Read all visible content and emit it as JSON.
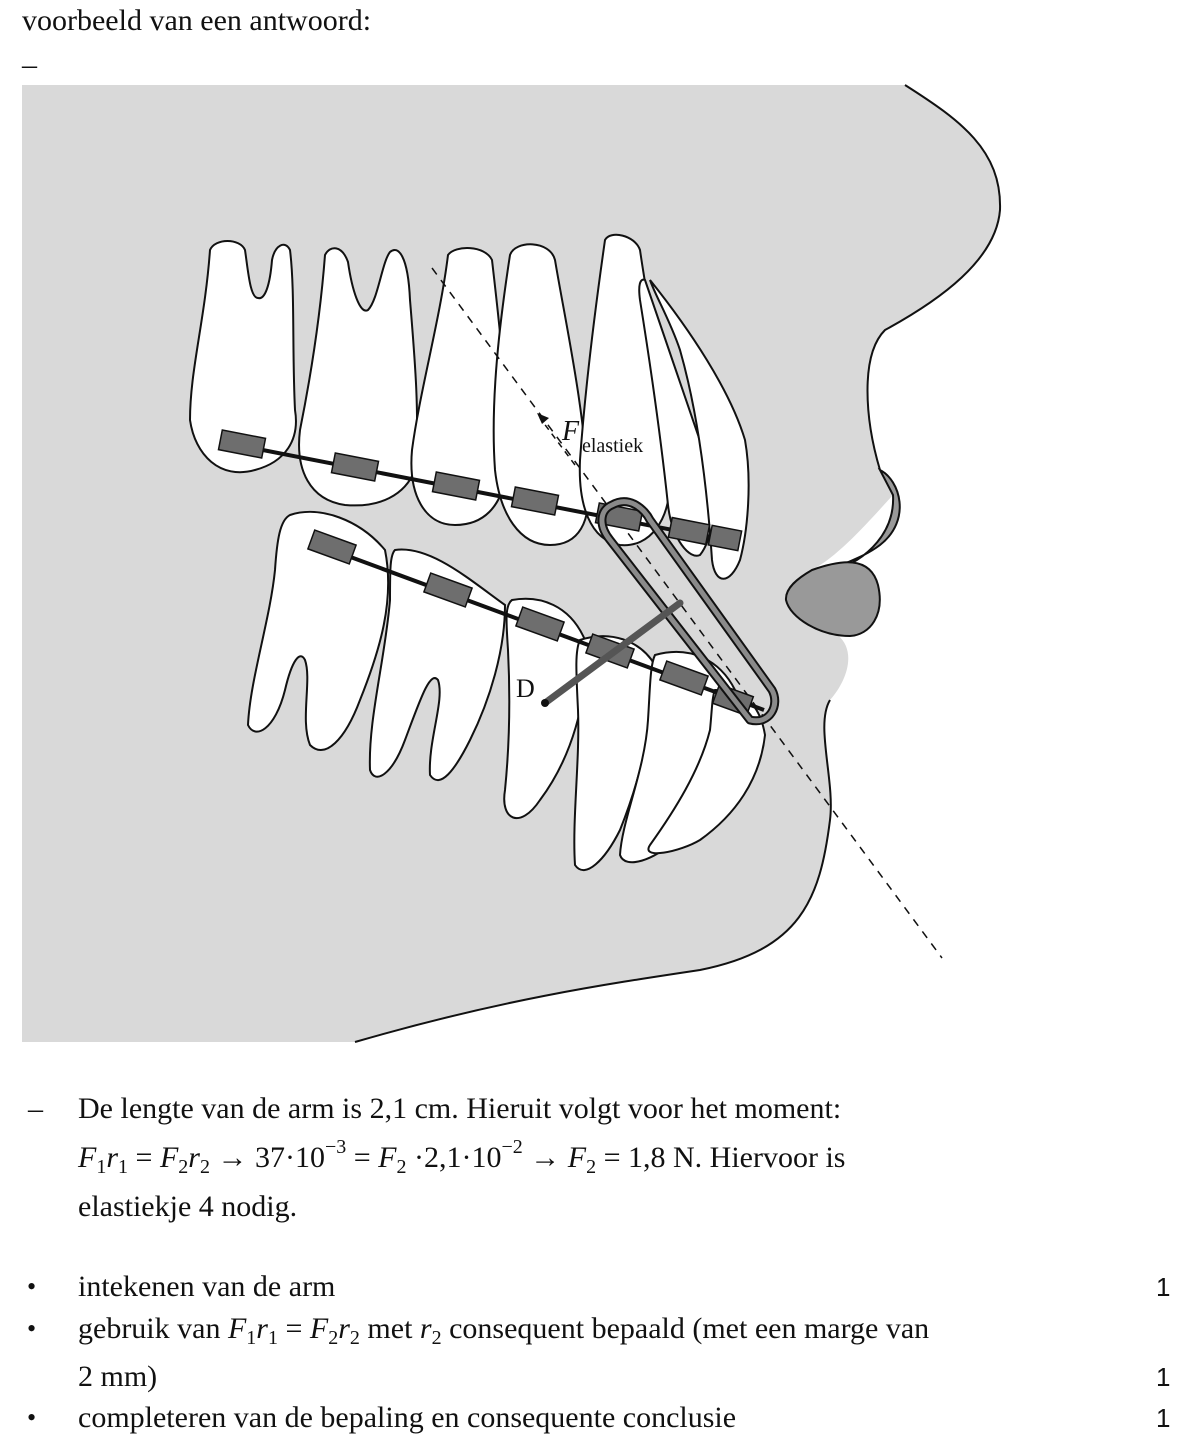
{
  "intro": "voorbeeld van een antwoord:",
  "dash": "–",
  "figure": {
    "force_label": "F",
    "force_sub": "elastiek",
    "point_label": "D"
  },
  "answer": {
    "line1": "De lengte van de arm is 2,1 cm. Hieruit volgt voor het moment:",
    "eq": {
      "F": "F",
      "r": "r",
      "one": "1",
      "two": "2",
      "eq_sign": " = ",
      "arrow": " → ",
      "v37": "37·10",
      "exp_m3": "−3",
      "mid": " = ",
      "dot": " ·2,1·10",
      "exp_m2": "−2",
      "res": " = 1,8 N.",
      "tail": " Hiervoor is"
    },
    "line3": "elastiekje 4 nodig."
  },
  "scoring": {
    "bullet": "•",
    "items": [
      {
        "text": "intekenen van de arm",
        "score": "1"
      },
      {
        "pre": "gebruik van ",
        "post": " met ",
        "mid": " consequent bepaald (met een marge van",
        "line2": "2 mm)",
        "score": "1"
      },
      {
        "text": "completeren van de bepaling en consequente conclusie",
        "score": "1"
      }
    ]
  }
}
